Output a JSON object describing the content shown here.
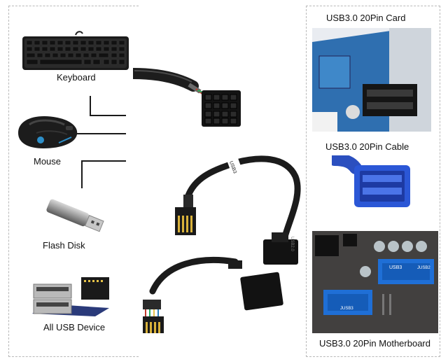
{
  "left_items": [
    {
      "label": "Keyboard",
      "icon": "keyboard-icon"
    },
    {
      "label": "Mouse",
      "icon": "mouse-icon"
    },
    {
      "label": "Flash Disk",
      "icon": "flash-disk-icon"
    },
    {
      "label": "All USB Device",
      "icon": "usb-hub-icon"
    }
  ],
  "right_items": [
    {
      "label": "USB3.0 20Pin Card",
      "icon": "pcie-card-icon"
    },
    {
      "label": "USB3.0 20Pin Cable",
      "icon": "blue-connector-icon"
    },
    {
      "label": "USB3.0 20Pin Motherboard",
      "icon": "motherboard-icon"
    }
  ],
  "pcb_labels": [
    "USB3",
    "JUSB3",
    "JUSB2"
  ],
  "cable_prints": [
    "USB3",
    "USB2.0"
  ]
}
